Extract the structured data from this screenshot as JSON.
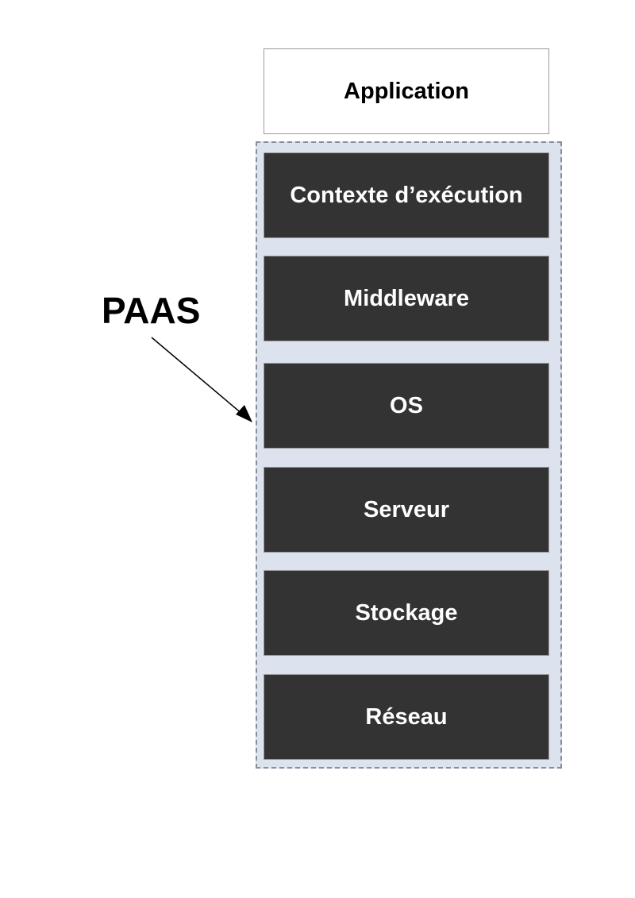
{
  "diagram": {
    "top_layer": {
      "label": "Application"
    },
    "scope_label": "PAAS",
    "layers": [
      {
        "label": "Contexte d’exécution"
      },
      {
        "label": "Middleware"
      },
      {
        "label": "OS"
      },
      {
        "label": "Serveur"
      },
      {
        "label": "Stockage"
      },
      {
        "label": "Réseau"
      }
    ],
    "colors": {
      "managed_layer_fill": "#333333",
      "managed_layer_text": "#ffffff",
      "scope_region_fill": "#dce3ee",
      "scope_region_border": "#8a8f96",
      "user_layer_fill": "#ffffff"
    }
  }
}
